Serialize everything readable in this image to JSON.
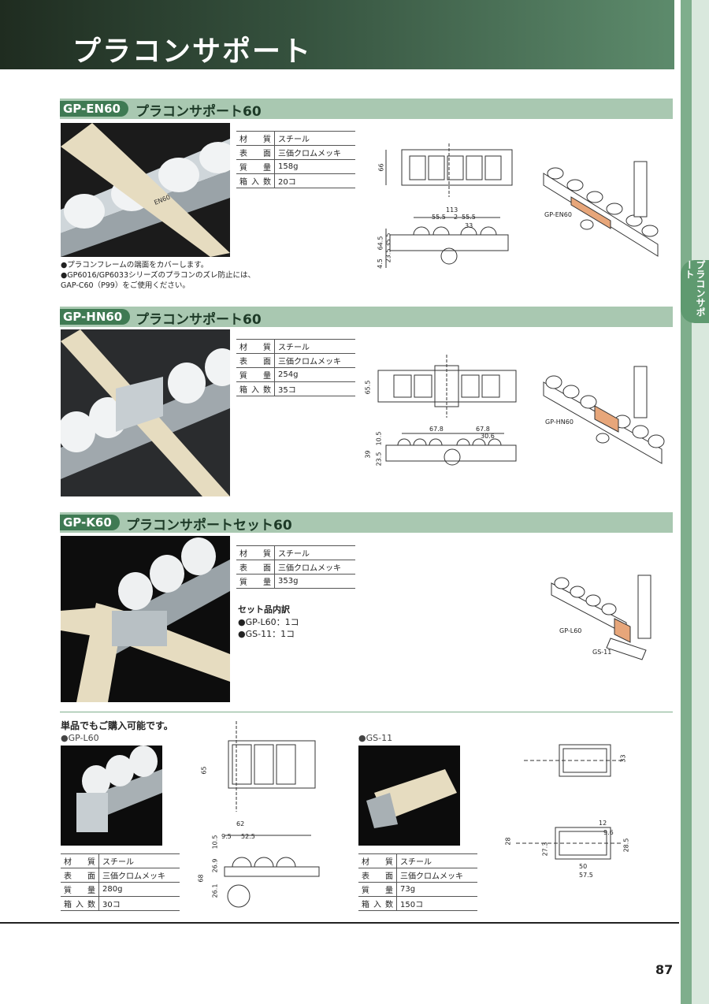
{
  "header": {
    "title": "プラコンサポート"
  },
  "side_tab": {
    "label": "プラコンサポート"
  },
  "sections": [
    {
      "code": "GP-EN60",
      "title": "プラコンサポート60",
      "photo_marking": "EN60",
      "spec": [
        [
          "材質",
          "スチール"
        ],
        [
          "表面",
          "三価クロムメッキ"
        ],
        [
          "質量",
          "158g"
        ],
        [
          "箱入数",
          "20コ"
        ]
      ],
      "notes": [
        "●プラコンフレームの端面をカバーします。",
        "●GP6016/GP6033シリーズのプラコンのズレ防止には、",
        "GAP-C60（P99）をご使用ください。"
      ],
      "dims": {
        "d1": "66",
        "d2": "113",
        "d3": "55.5",
        "d4": "2",
        "d5": "55.5",
        "d6": "33",
        "d7": "64.5",
        "d8": "35.5",
        "d9": "23.5",
        "d10": "4.5"
      },
      "iso_label": "GP-EN60"
    },
    {
      "code": "GP-HN60",
      "title": "プラコンサポート60",
      "spec": [
        [
          "材質",
          "スチール"
        ],
        [
          "表面",
          "三価クロムメッキ"
        ],
        [
          "質量",
          "254g"
        ],
        [
          "箱入数",
          "35コ"
        ]
      ],
      "dims": {
        "d1": "65.5",
        "d2": "67.8",
        "d3": "67.8",
        "d4": "30.6",
        "d5": "39",
        "d6": "23.5",
        "d7": "10.5"
      },
      "iso_label": "GP-HN60"
    },
    {
      "code": "GP-K60",
      "title": "プラコンサポートセット60",
      "spec": [
        [
          "材質",
          "スチール"
        ],
        [
          "表面",
          "三価クロムメッキ"
        ],
        [
          "質量",
          "353g"
        ]
      ],
      "set_title": "セット品内訳",
      "set_items": [
        "●GP-L60：1コ",
        "●GS-11：1コ"
      ],
      "iso_labels": [
        "GP-L60",
        "GS-11"
      ]
    }
  ],
  "single": {
    "title": "単品でもご購入可能です。",
    "items": [
      {
        "label": "●GP-L60",
        "spec": [
          [
            "材質",
            "スチール"
          ],
          [
            "表面",
            "三価クロムメッキ"
          ],
          [
            "質量",
            "280g"
          ],
          [
            "箱入数",
            "30コ"
          ]
        ],
        "dims": {
          "d1": "65",
          "d2": "62",
          "d3": "9.5",
          "d4": "52.5",
          "d5": "10.5",
          "d6": "26.9",
          "d7": "68",
          "d8": "26.1"
        }
      },
      {
        "label": "●GS-11",
        "spec": [
          [
            "材質",
            "スチール"
          ],
          [
            "表面",
            "三価クロムメッキ"
          ],
          [
            "質量",
            "73g"
          ],
          [
            "箱入数",
            "150コ"
          ]
        ],
        "dims": {
          "d1": "33",
          "d2": "12",
          "d3": "9.6",
          "d4": "28",
          "d5": "27.3",
          "d6": "28.5",
          "d7": "50",
          "d8": "57.5"
        }
      }
    ]
  },
  "page_number": "87"
}
